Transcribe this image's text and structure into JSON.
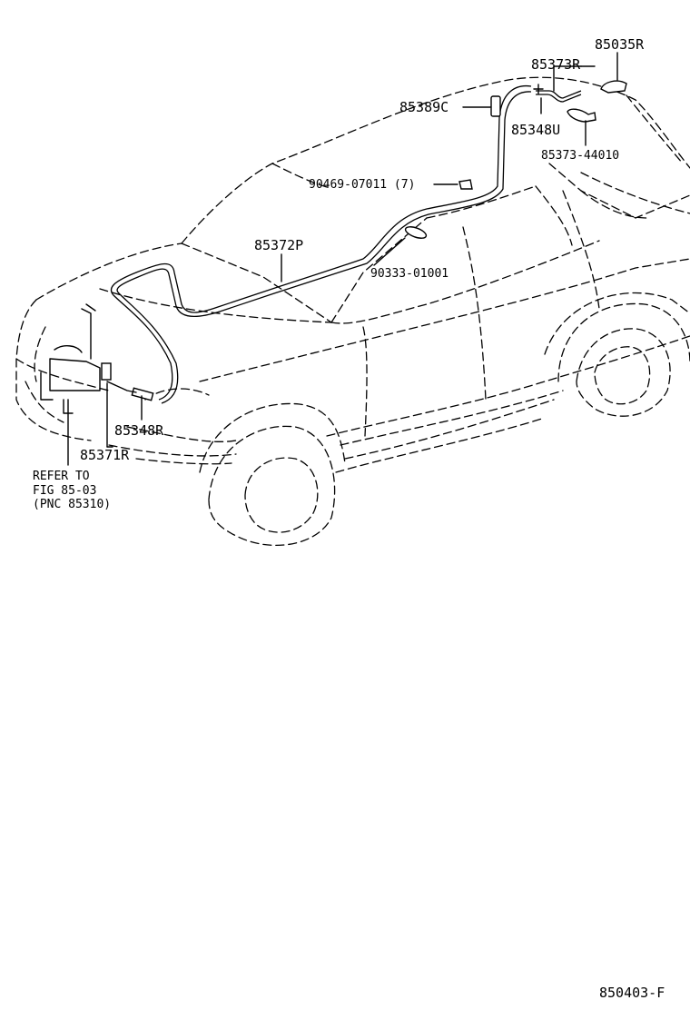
{
  "diagram": {
    "figure_code": "850403-F",
    "parts": [
      {
        "id": "85035R"
      },
      {
        "id": "85373R"
      },
      {
        "id": "85389C"
      },
      {
        "id": "85348U"
      },
      {
        "id": "85373-44010"
      },
      {
        "id": "90469-07011 (7)"
      },
      {
        "id": "85372P"
      },
      {
        "id": "90333-01001"
      },
      {
        "id": "85348R"
      },
      {
        "id": "85371R"
      }
    ],
    "reference": {
      "line1": "REFER TO",
      "line2": "FIG 85-03",
      "line3": "(PNC 85310)"
    }
  }
}
